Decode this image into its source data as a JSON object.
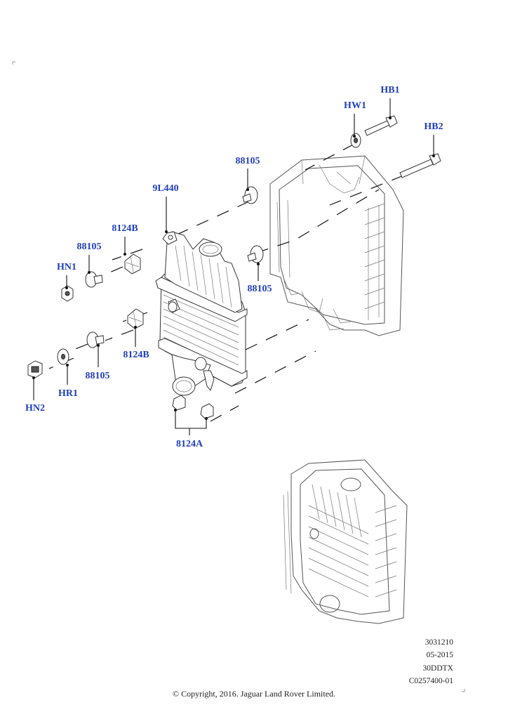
{
  "diagram": {
    "callouts": {
      "hb1": "HB1",
      "hw1": "HW1",
      "hb2": "HB2",
      "p88105_top": "88105",
      "p9l440": "9L440",
      "p8124b_upper": "8124B",
      "p88105_left_upper": "88105",
      "hn1": "HN1",
      "p88105_right": "88105",
      "p8124b_lower": "8124B",
      "p88105_left_lower": "88105",
      "hr1": "HR1",
      "hn2": "HN2",
      "p8124a": "8124A"
    },
    "meta": {
      "ref_number": "3031210",
      "date": "05-2015",
      "model_code": "30DDTX",
      "catalog_code": "C0257400-01"
    },
    "copyright": "© Copyright, 2016. Jaguar Land Rover Limited."
  }
}
